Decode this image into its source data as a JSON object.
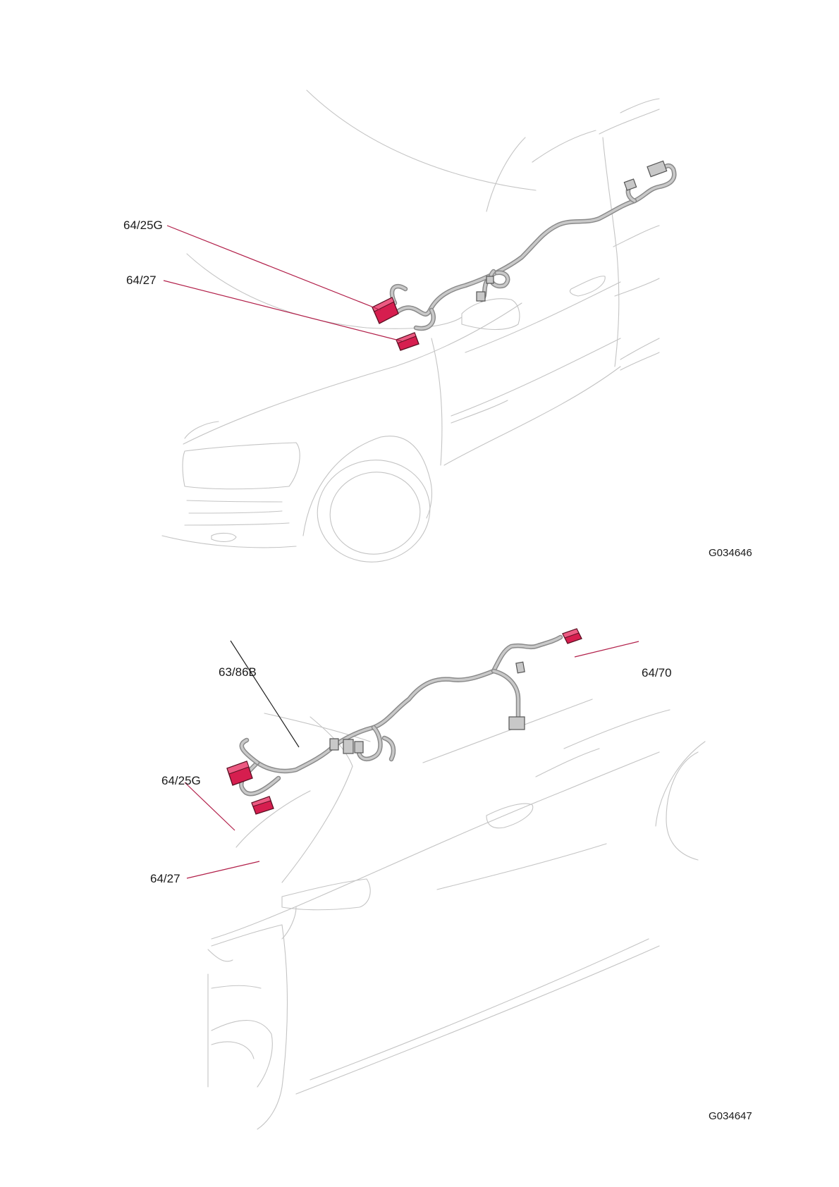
{
  "figures": [
    {
      "id": "G034646",
      "labels": {
        "l1": "64/25G",
        "l2": "64/27"
      }
    },
    {
      "id": "G034647",
      "labels": {
        "l1": "63/86B",
        "l2": "64/70",
        "l3": "64/25G",
        "l4": "64/27"
      }
    }
  ],
  "colors": {
    "connector_highlight": "#d61e4f",
    "leader_line": "#b2204a",
    "harness": "#8a8a8a",
    "car_outline": "#c4c4c4"
  }
}
